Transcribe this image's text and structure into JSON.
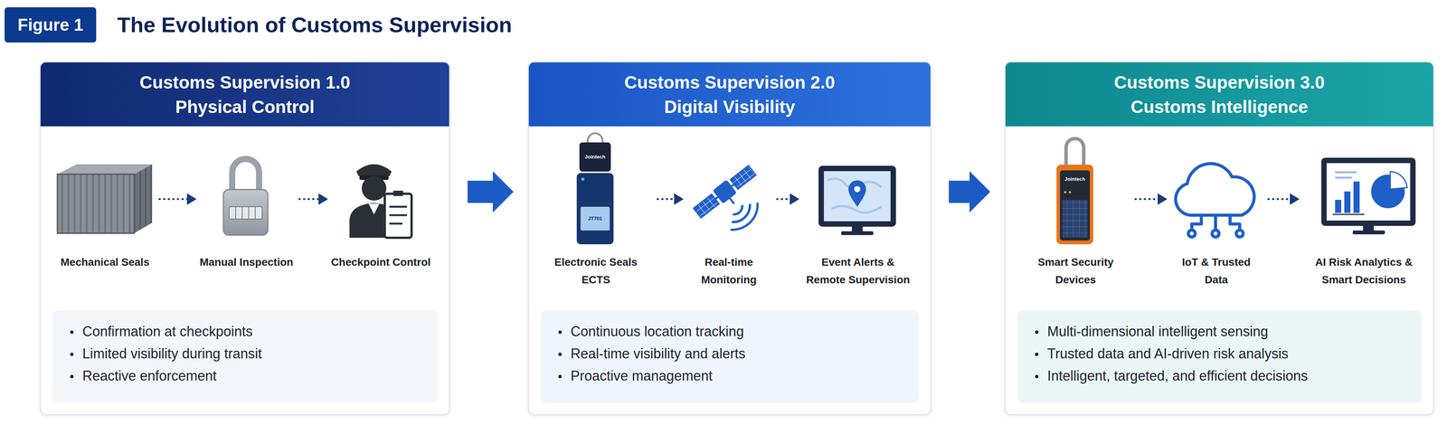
{
  "diagram": {
    "title": "The Evolution of Customs Supervision",
    "nodes": [
      {
        "text": [
          "Figure 1"
        ]
      },
      {
        "text": [
          "Customs Supervision 1.0",
          "Physical Control"
        ]
      },
      {
        "text": [
          "Mechanical Seals"
        ],
        "in": 1
      },
      {
        "text": [
          "Manual Inspection"
        ],
        "in": 1
      },
      {
        "text": [
          "Checkpoint Control"
        ],
        "in": 1
      },
      {
        "text": [
          "Confirmation at checkpoints",
          "Limited visibility during transit",
          "Reactive enforcement"
        ],
        "in": 1
      },
      {
        "text": [
          "Customs Supervision 2.0",
          "Digital Visibility"
        ]
      },
      {
        "text": [
          "Electronic Seals ECTS"
        ],
        "in": 6
      },
      {
        "text": [
          "Real-time Monitoring"
        ],
        "in": 6
      },
      {
        "text": [
          "Event Alerts & Remote Supervision"
        ],
        "in": 6
      },
      {
        "text": [
          "Continuous location tracking",
          "Real-time visibility and alerts",
          "Proactive management"
        ],
        "in": 6
      },
      {
        "text": [
          "Customs Supervision 3.0",
          "Customs Intelligence"
        ]
      },
      {
        "text": [
          "Smart Security Devices"
        ],
        "in": 11
      },
      {
        "text": [
          "IoT & Trusted Data"
        ],
        "in": 11
      },
      {
        "text": [
          "AI Risk Analytics & Smart Decisions"
        ],
        "in": 11
      },
      {
        "text": [
          "Multi-dimensional intelligent sensing",
          "Trusted data and AI-driven risk analysis",
          "Intelligent, targeted, and efficient decisions"
        ],
        "in": 11
      }
    ],
    "edges": [
      {
        "from": 2,
        "to": 3,
        "arrow": "to"
      },
      {
        "from": 3,
        "to": 4,
        "arrow": "to"
      },
      {
        "from": 1,
        "to": 6,
        "arrow": "to"
      },
      {
        "from": 7,
        "to": 8,
        "arrow": "to"
      },
      {
        "from": 8,
        "to": 9,
        "arrow": "to"
      },
      {
        "from": 6,
        "to": 11,
        "arrow": "to"
      },
      {
        "from": 12,
        "to": 13,
        "arrow": "to"
      },
      {
        "from": 13,
        "to": 14,
        "arrow": "to"
      }
    ],
    "labels": [
      "Jointech",
      "JT701",
      "Jointech"
    ]
  }
}
